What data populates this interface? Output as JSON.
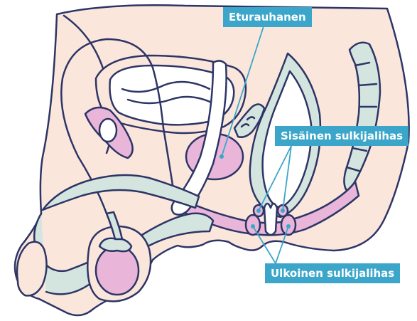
{
  "labels": {
    "prostate": "Eturauhanen",
    "internal_sphincter": "Sisäinen sulkijalihas",
    "external_sphincter": "Ulkoinen sulkijalihas"
  },
  "colors": {
    "skin": "#fbe6dc",
    "outline": "#2c3566",
    "pink": "#e9b5d9",
    "green": "#d4e5df",
    "white": "#ffffff",
    "label_bg": "#3ba6c9",
    "label_text": "#ffffff",
    "leader_line": "#3ba6c9"
  }
}
